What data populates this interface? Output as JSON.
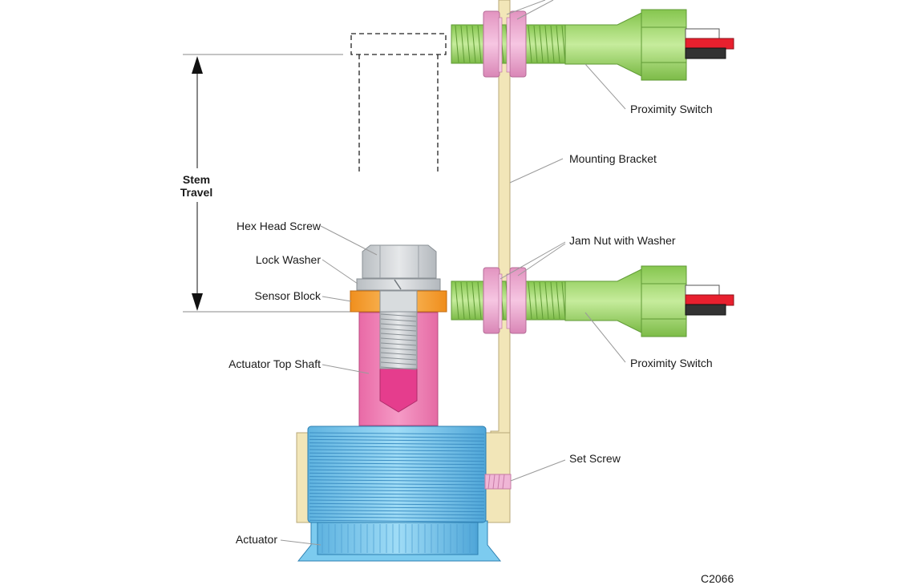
{
  "labels": {
    "proximity_switch_top": "Proximity Switch",
    "mounting_bracket": "Mounting Bracket",
    "stem_travel_line1": "Stem",
    "stem_travel_line2": "Travel",
    "hex_head_screw": "Hex Head Screw",
    "lock_washer": "Lock Washer",
    "sensor_block": "Sensor Block",
    "jam_nut_with_washer": "Jam Nut with Washer",
    "proximity_switch_bottom": "Proximity Switch",
    "actuator_top_shaft": "Actuator Top Shaft",
    "set_screw": "Set Screw",
    "actuator": "Actuator",
    "figure_code": "C2066"
  },
  "colors": {
    "bracket": "#f2e6b8",
    "proximity_switch": "#9ed86a",
    "jam_nut": "#f0a8d0",
    "hex_screw": "#cfd3d6",
    "sensor_block": "#f5a030",
    "top_shaft": "#ef7fb4",
    "actuator": "#6fc3ea",
    "wire_red": "#e8202e",
    "wire_white": "#ffffff",
    "wire_black": "#333333"
  }
}
